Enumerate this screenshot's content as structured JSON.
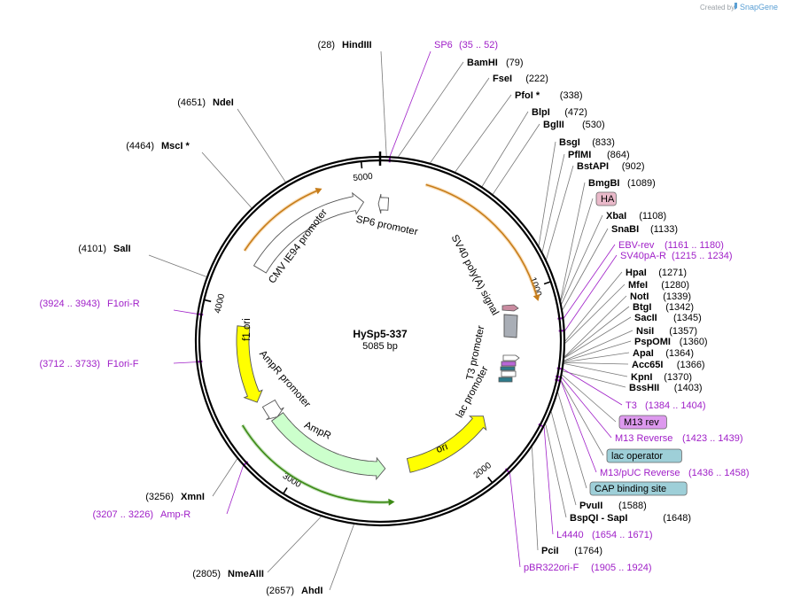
{
  "watermark": {
    "created_by": "Created by",
    "brand": "SnapGene"
  },
  "plasmid": {
    "name": "HySp5-337",
    "length_label": "5085 bp",
    "total_bp": 5085
  },
  "ticks": [
    {
      "bp": 1000,
      "label": "1000"
    },
    {
      "bp": 2000,
      "label": "2000"
    },
    {
      "bp": 3000,
      "label": "3000"
    },
    {
      "bp": 4000,
      "label": "4000"
    },
    {
      "bp": 5000,
      "label": "5000"
    }
  ],
  "right_labels": [
    {
      "pos": "(79)",
      "name": "BamHI",
      "kind": "enzyme",
      "bp": 79
    },
    {
      "pos": "(222)",
      "name": "FseI",
      "kind": "enzyme",
      "bp": 222
    },
    {
      "pos": "(338)",
      "name": "PfoI *",
      "kind": "enzyme",
      "bp": 338
    },
    {
      "pos": "(472)",
      "name": "BlpI",
      "kind": "enzyme",
      "bp": 472
    },
    {
      "pos": "(530)",
      "name": "BglII",
      "kind": "enzyme",
      "bp": 530
    },
    {
      "pos": "(833)",
      "name": "BsgI",
      "kind": "enzyme",
      "bp": 833
    },
    {
      "pos": "(864)",
      "name": "PflMI",
      "kind": "enzyme",
      "bp": 864
    },
    {
      "pos": "(902)",
      "name": "BstAPI",
      "kind": "enzyme",
      "bp": 902
    },
    {
      "pos": "(1089)",
      "name": "BmgBI",
      "kind": "enzyme",
      "bp": 1089
    },
    {
      "pos": "",
      "name": "HA",
      "kind": "boxed",
      "box_color": "#e9b9c9",
      "bp": 1095
    },
    {
      "pos": "(1108)",
      "name": "XbaI",
      "kind": "enzyme",
      "bp": 1108
    },
    {
      "pos": "(1133)",
      "name": "SnaBI",
      "kind": "enzyme",
      "bp": 1133
    },
    {
      "pos": "(1161 .. 1180)",
      "name": "EBV-rev",
      "kind": "primer",
      "bp": 1170
    },
    {
      "pos": "(1215 .. 1234)",
      "name": "SV40pA-R",
      "kind": "primer",
      "bp": 1225
    },
    {
      "pos": "(1271)",
      "name": "HpaI",
      "kind": "enzyme",
      "bp": 1271
    },
    {
      "pos": "(1280)",
      "name": "MfeI",
      "kind": "enzyme",
      "bp": 1280
    },
    {
      "pos": "(1339)",
      "name": "NotI",
      "kind": "enzyme",
      "bp": 1339
    },
    {
      "pos": "(1342)",
      "name": "BtgI",
      "kind": "enzyme",
      "bp": 1342
    },
    {
      "pos": "(1345)",
      "name": "SacII",
      "kind": "enzyme",
      "bp": 1345
    },
    {
      "pos": "(1357)",
      "name": "NsiI",
      "kind": "enzyme",
      "bp": 1357
    },
    {
      "pos": "(1360)",
      "name": "PspOMI",
      "kind": "enzyme",
      "bp": 1360
    },
    {
      "pos": "(1364)",
      "name": "ApaI",
      "kind": "enzyme",
      "bp": 1364
    },
    {
      "pos": "(1366)",
      "name": "Acc65I",
      "kind": "enzyme",
      "bp": 1366
    },
    {
      "pos": "(1370)",
      "name": "KpnI",
      "kind": "enzyme",
      "bp": 1370
    },
    {
      "pos": "(1403)",
      "name": "BssHII",
      "kind": "enzyme",
      "bp": 1403
    },
    {
      "pos": "(1384 .. 1404)",
      "name": "T3",
      "kind": "primer",
      "bp": 1394
    },
    {
      "pos": "",
      "name": "M13 rev",
      "kind": "boxed",
      "box_color": "#dd99ee",
      "bp": 1420
    },
    {
      "pos": "(1423 .. 1439)",
      "name": "M13 Reverse",
      "kind": "primer",
      "bp": 1431
    },
    {
      "pos": "",
      "name": "lac operator",
      "kind": "boxed",
      "box_color": "#9ecfd8",
      "bp": 1445
    },
    {
      "pos": "(1436 .. 1458)",
      "name": "M13/pUC Reverse",
      "kind": "primer",
      "bp": 1447
    },
    {
      "pos": "",
      "name": "CAP binding site",
      "kind": "boxed",
      "box_color": "#9ecfd8",
      "bp": 1500
    },
    {
      "pos": "(1588)",
      "name": "PvuII",
      "kind": "enzyme",
      "bp": 1588
    },
    {
      "pos": "(1648)",
      "name": "BspQI  -  SapI",
      "kind": "enzyme",
      "bp": 1648
    },
    {
      "pos": "(1654 .. 1671)",
      "name": "L4440",
      "kind": "primer",
      "bp": 1662
    },
    {
      "pos": "(1764)",
      "name": "PciI",
      "kind": "enzyme",
      "bp": 1764
    },
    {
      "pos": "(1905 .. 1924)",
      "name": "pBR322ori-F",
      "kind": "primer",
      "bp": 1914
    }
  ],
  "top_labels": [
    {
      "pos": "(28)",
      "name": "HindIII",
      "kind": "enzyme",
      "bp": 28
    },
    {
      "pos": "(35 .. 52)",
      "name": "SP6",
      "kind": "primer",
      "bp": 43
    }
  ],
  "left_labels": [
    {
      "pos": "(4651)",
      "name": "NdeI",
      "kind": "enzyme",
      "bp": 4651
    },
    {
      "pos": "(4464)",
      "name": "MscI *",
      "kind": "enzyme",
      "bp": 4464
    },
    {
      "pos": "(4101)",
      "name": "SalI",
      "kind": "enzyme",
      "bp": 4101
    },
    {
      "pos": "(3924 .. 3943)",
      "name": "F1ori-R",
      "kind": "primer",
      "bp": 3933
    },
    {
      "pos": "(3712 .. 3733)",
      "name": "F1ori-F",
      "kind": "primer",
      "bp": 3722
    },
    {
      "pos": "(3256)",
      "name": "XmnI",
      "kind": "enzyme",
      "bp": 3256
    },
    {
      "pos": "(3207 .. 3226)",
      "name": "Amp-R",
      "kind": "primer",
      "bp": 3216
    },
    {
      "pos": "(2805)",
      "name": "NmeAIII",
      "kind": "enzyme",
      "bp": 2805
    },
    {
      "pos": "(2657)",
      "name": "AhdI",
      "kind": "enzyme",
      "bp": 2657
    }
  ],
  "features": [
    {
      "name": "SP6 promoter",
      "color": "#ffffff",
      "start": 5075,
      "end": 48,
      "dir": "rev"
    },
    {
      "name": "CMV IE94 promoter",
      "color": "#ffffff",
      "start": 4250,
      "end": 4990,
      "dir": "fwd"
    },
    {
      "name": "SV40 poly(A) signal",
      "color": "#a9aeb6",
      "start": 1170,
      "end": 1290,
      "dir": "none"
    },
    {
      "name": "T3 promoter",
      "color": "#ffffff",
      "start": 1390,
      "end": 1400,
      "dir": "rev"
    },
    {
      "name": "lac promoter",
      "color": "#ffffff",
      "start": 1460,
      "end": 1480,
      "dir": "rev"
    },
    {
      "name": "ori",
      "color": "#ffff00",
      "start": 1780,
      "end": 2360,
      "dir": "rev"
    },
    {
      "name": "AmpR",
      "color": "#ccffcc",
      "start": 2510,
      "end": 3300,
      "dir": "rev"
    },
    {
      "name": "AmpR promoter",
      "color": "#ffffff",
      "start": 3300,
      "end": 3400,
      "dir": "rev"
    },
    {
      "name": "f1 ori",
      "color": "#ffff00",
      "start": 3440,
      "end": 3900,
      "dir": "rev"
    }
  ],
  "colors": {
    "orf_arc": "#f2a33a",
    "amp_arc": "#3d8a16",
    "primer": "#a020c8",
    "backbone": "#000000"
  }
}
